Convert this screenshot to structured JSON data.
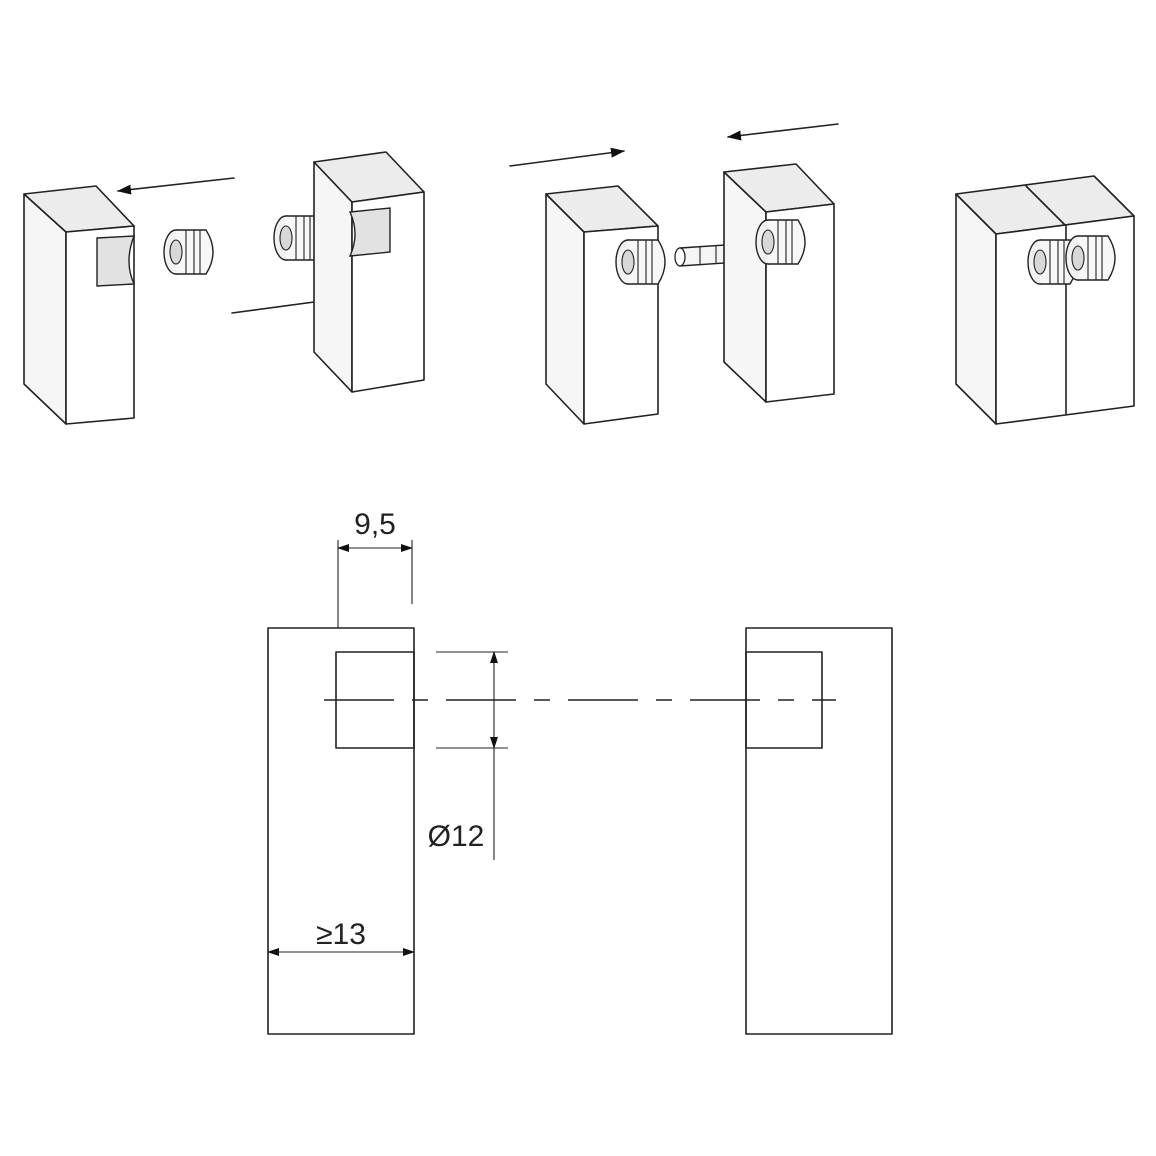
{
  "dimensions": {
    "hole_depth": "9,5",
    "hole_diameter": "Ø12",
    "min_thickness": "≥13"
  },
  "colors": {
    "line": "#222222",
    "background": "#ffffff",
    "shading": "#e6e6e6"
  }
}
